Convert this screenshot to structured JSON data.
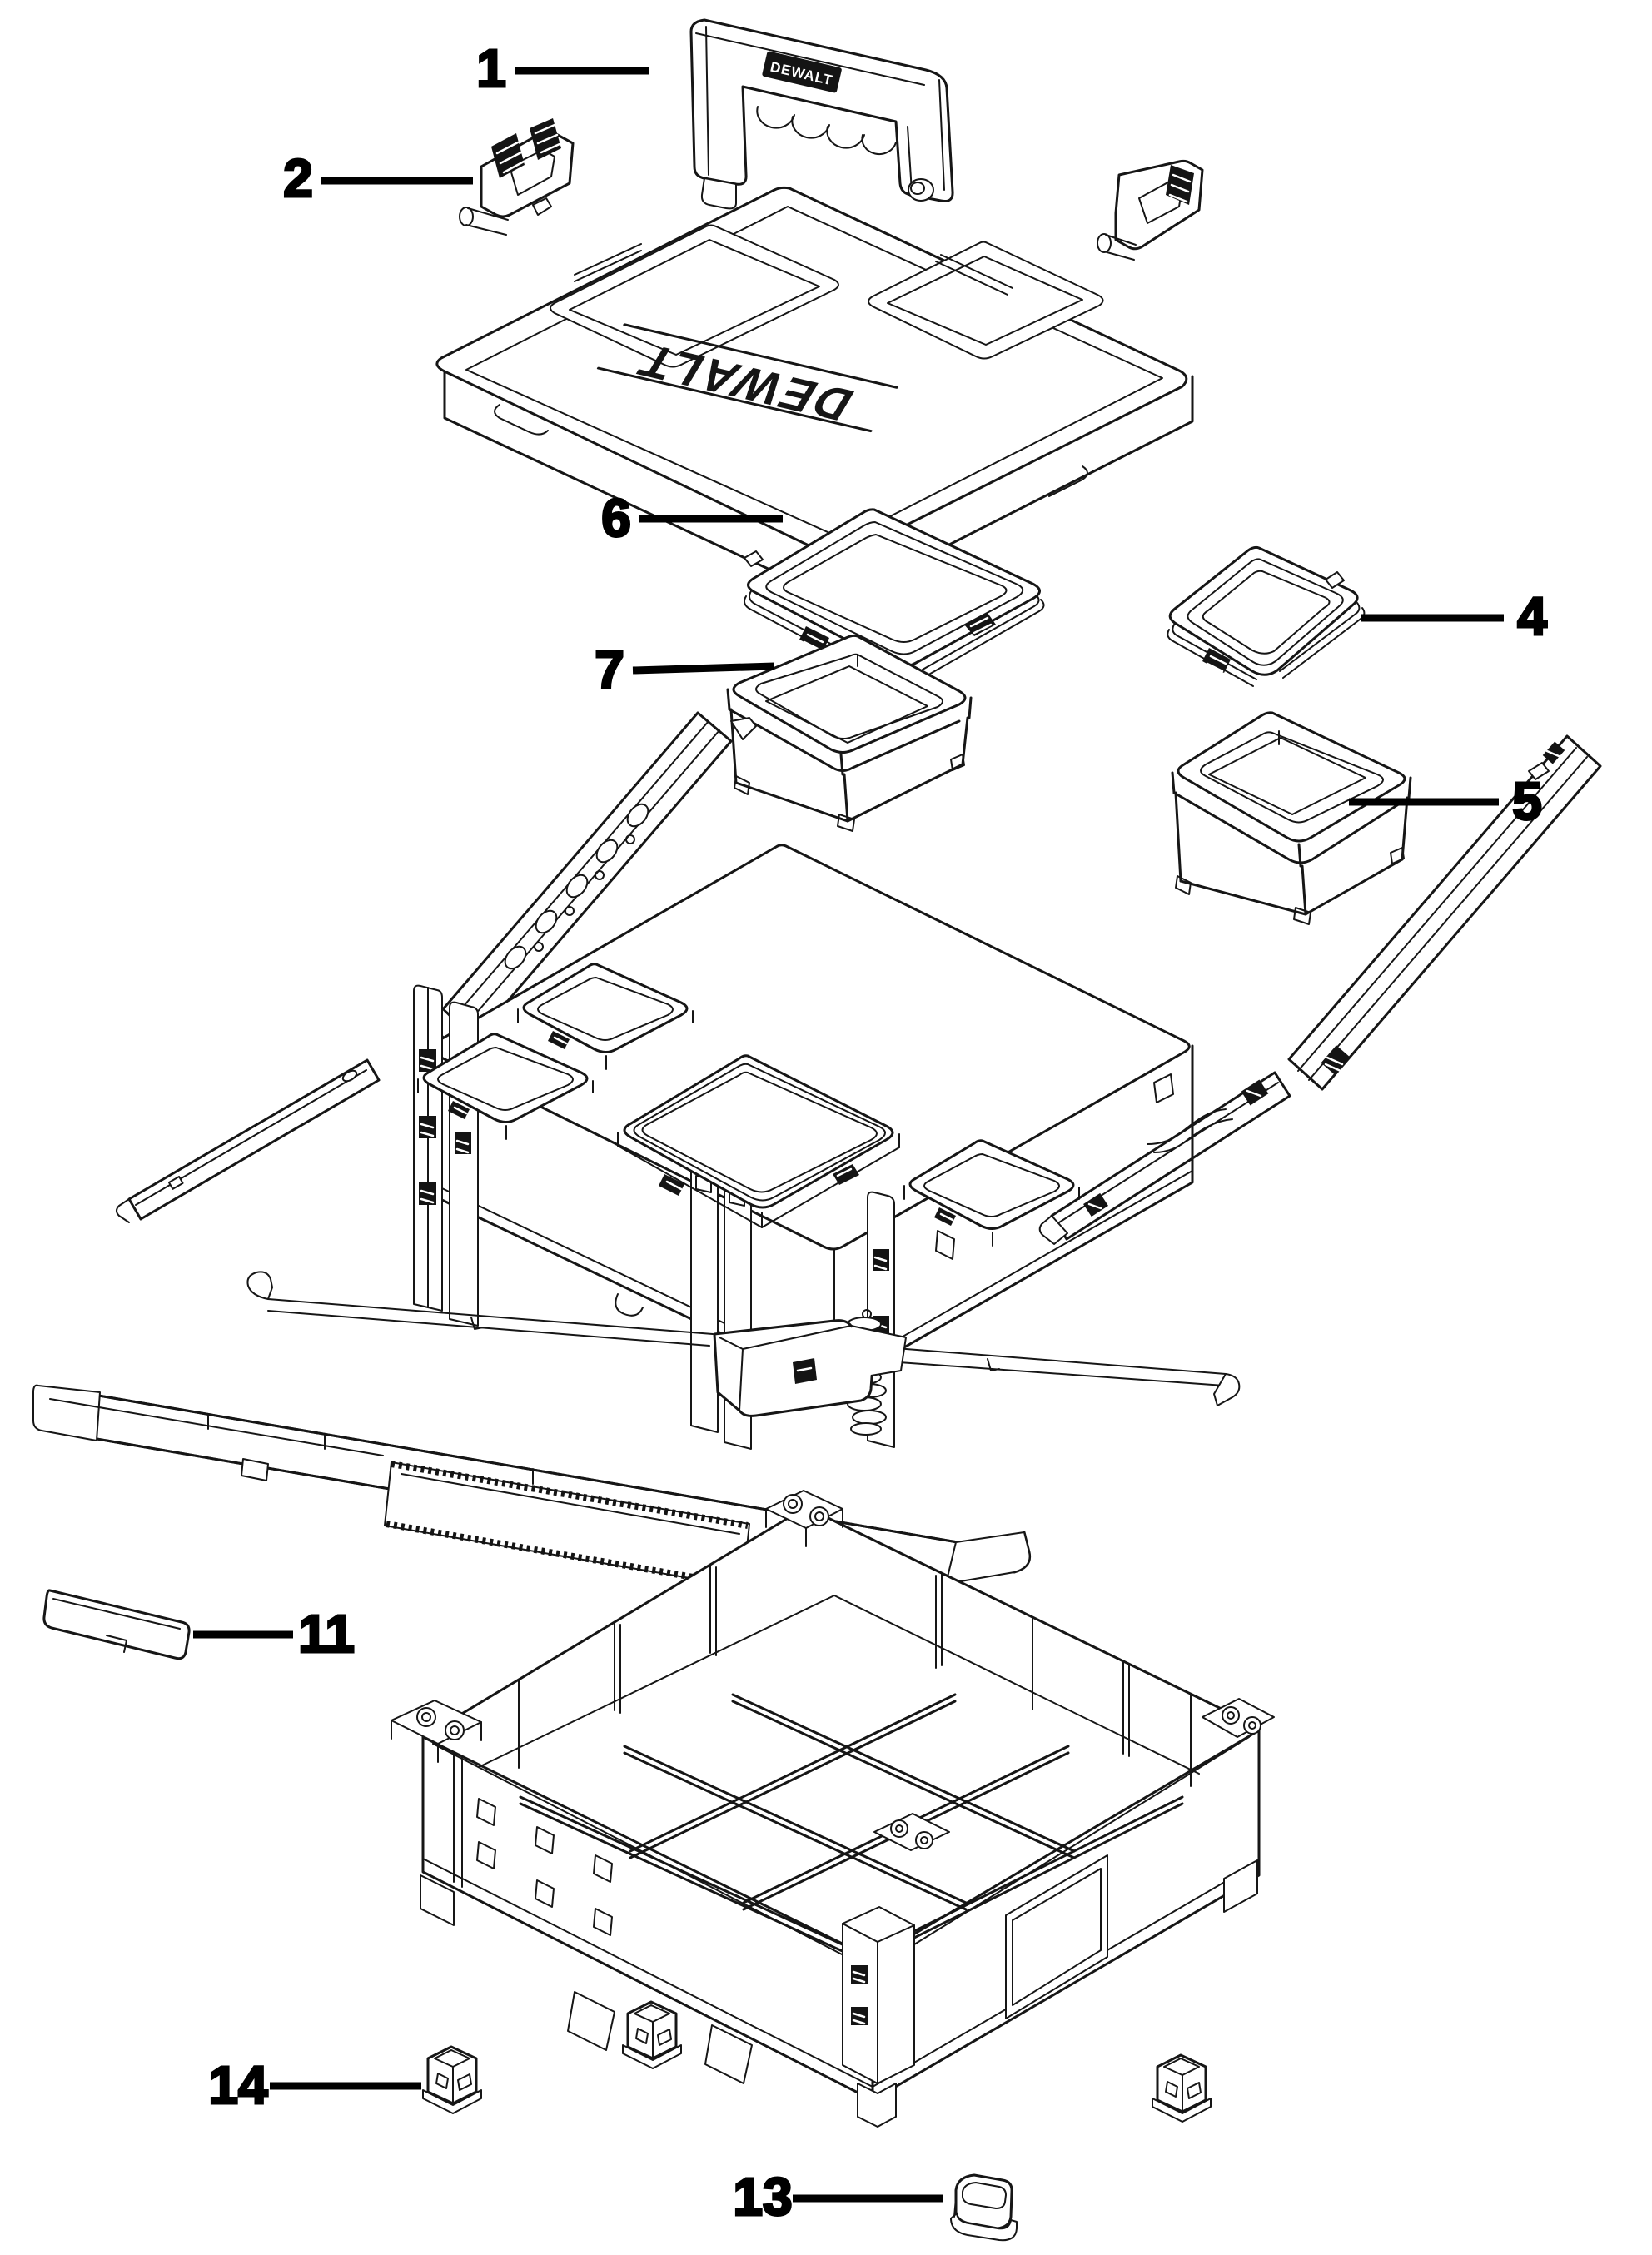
{
  "figure": {
    "type": "exploded-parts-diagram",
    "subject": "stackable tool-box organizer unit",
    "background_color": "#ffffff",
    "line_color": "#161616"
  },
  "logos": {
    "handle": "DEWALT",
    "lid": "DEWALT"
  },
  "callouts": {
    "c1": {
      "label": "1"
    },
    "c2": {
      "label": "2"
    },
    "c4": {
      "label": "4"
    },
    "c5": {
      "label": "5"
    },
    "c6": {
      "label": "6"
    },
    "c7": {
      "label": "7"
    },
    "c11": {
      "label": "11"
    },
    "c13": {
      "label": "13"
    },
    "c14": {
      "label": "14"
    }
  }
}
